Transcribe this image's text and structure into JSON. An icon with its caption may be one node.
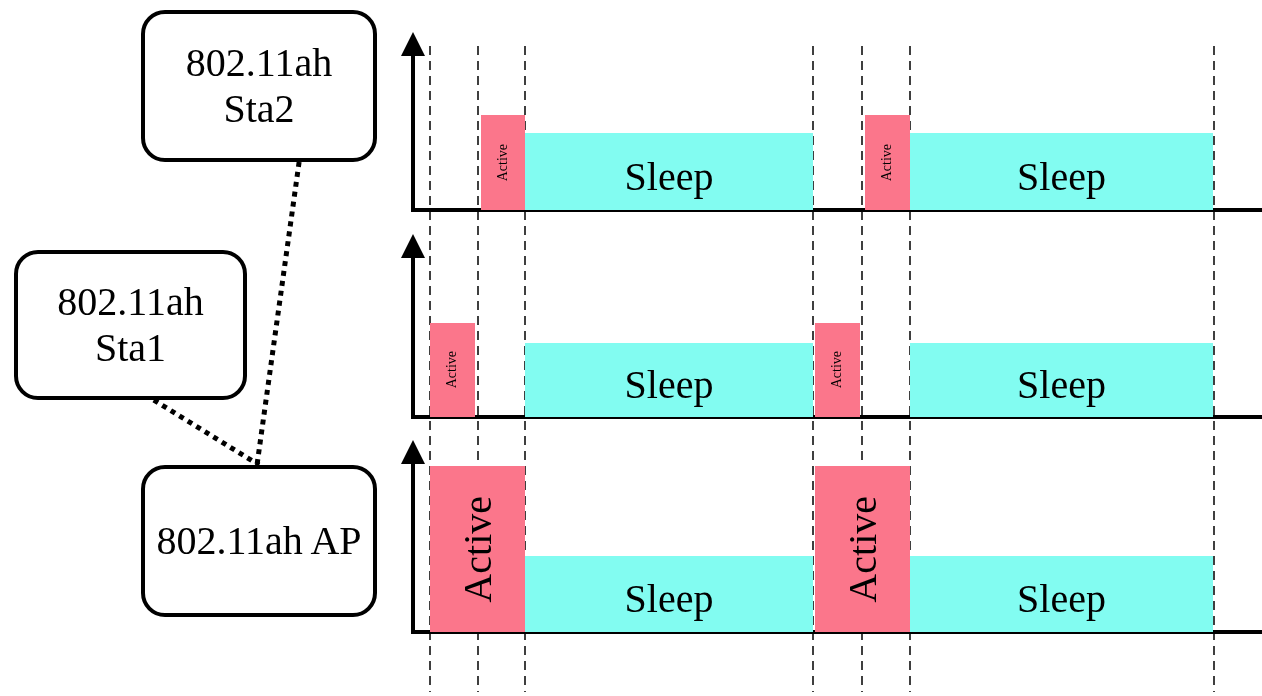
{
  "diagram": {
    "nodes": [
      {
        "text": [
          "802.11ah Sta2"
        ]
      },
      {
        "text": [
          "802.11ah Sta1"
        ]
      },
      {
        "text": [
          "802.11ah AP"
        ]
      },
      {
        "text": [
          "Active"
        ]
      },
      {
        "text": [
          "Sleep"
        ]
      },
      {
        "text": [
          "Active"
        ]
      },
      {
        "text": [
          "Sleep"
        ]
      },
      {
        "text": [
          "Active"
        ]
      },
      {
        "text": [
          "Sleep"
        ]
      },
      {
        "text": [
          "Active"
        ]
      },
      {
        "text": [
          "Sleep"
        ]
      },
      {
        "text": [
          "Active"
        ]
      },
      {
        "text": [
          "Sleep"
        ]
      },
      {
        "text": [
          "Active"
        ]
      },
      {
        "text": [
          "Sleep"
        ]
      }
    ],
    "edges": [
      {
        "from": 0,
        "to": 2,
        "arrow": "none",
        "style": "dashed"
      },
      {
        "from": 1,
        "to": 2,
        "arrow": "none",
        "style": "dashed"
      }
    ]
  }
}
